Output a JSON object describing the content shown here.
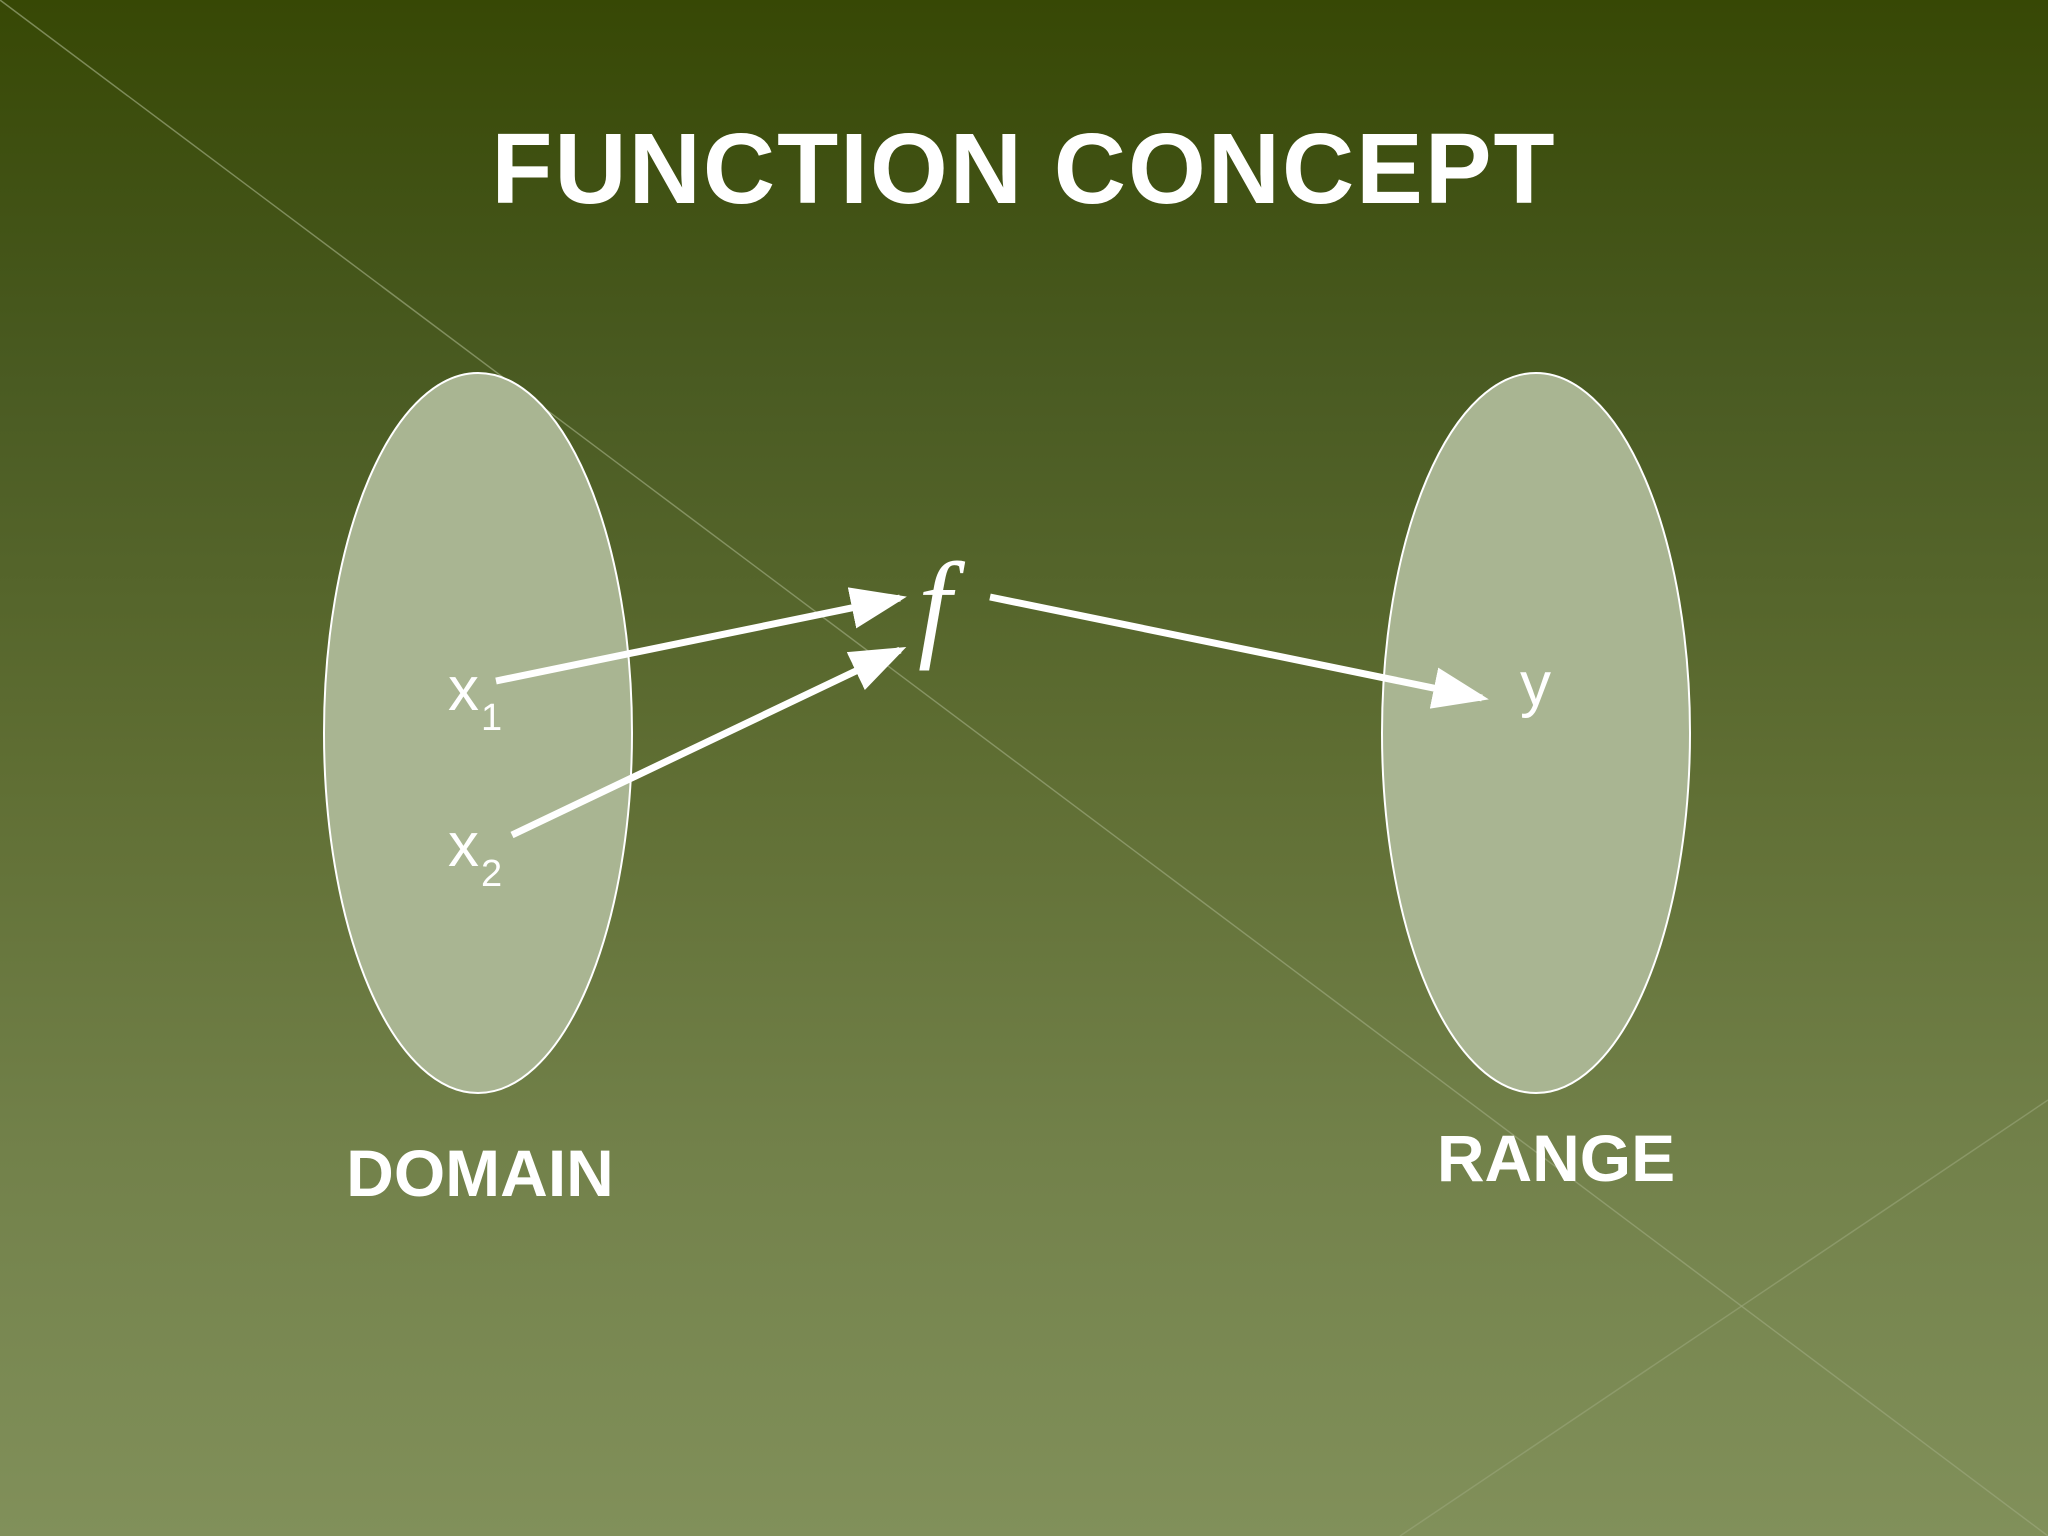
{
  "title": "FUNCTION CONCEPT",
  "domain_label": "DOMAIN",
  "range_label": "RANGE",
  "function_symbol": "f",
  "domain_elements": [
    {
      "base": "x",
      "sub": "1"
    },
    {
      "base": "x",
      "sub": "2"
    }
  ],
  "range_elements": [
    "y"
  ],
  "colors": {
    "background_top": "#374805",
    "background_bottom": "#81905a",
    "set_fill": "#a9b592",
    "text": "#ffffff"
  }
}
